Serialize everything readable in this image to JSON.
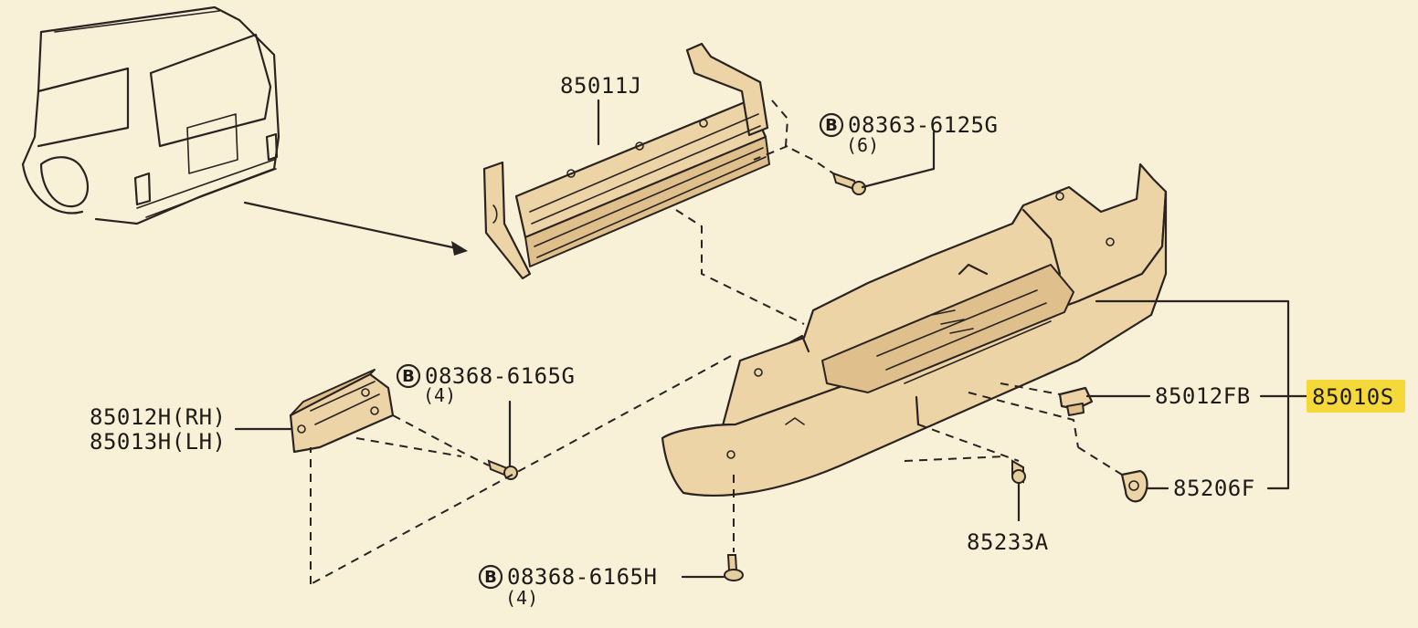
{
  "callouts": {
    "bracket_center": "85011J",
    "bolt_top_badge": "B",
    "bolt_top_part": "08363-6125G",
    "bolt_top_qty": "(6)",
    "bolt_mid_badge": "B",
    "bolt_mid_part": "08368-6165G",
    "bolt_mid_qty": "(4)",
    "side_bracket_rh": "85012H(RH)",
    "side_bracket_lh": "85013H(LH)",
    "clip_part": "85012FB",
    "bumper_assembly": "85010S",
    "grommet_part": "85206F",
    "bolt_small": "85233A",
    "bolt_bottom_badge": "B",
    "bolt_bottom_part": "08368-6165H",
    "bolt_bottom_qty": "(4)"
  },
  "colors": {
    "paper": "#f8f1d8",
    "part_fill": "#ecd4a6",
    "ink": "#2a2320",
    "highlight": "#f5d93b"
  }
}
